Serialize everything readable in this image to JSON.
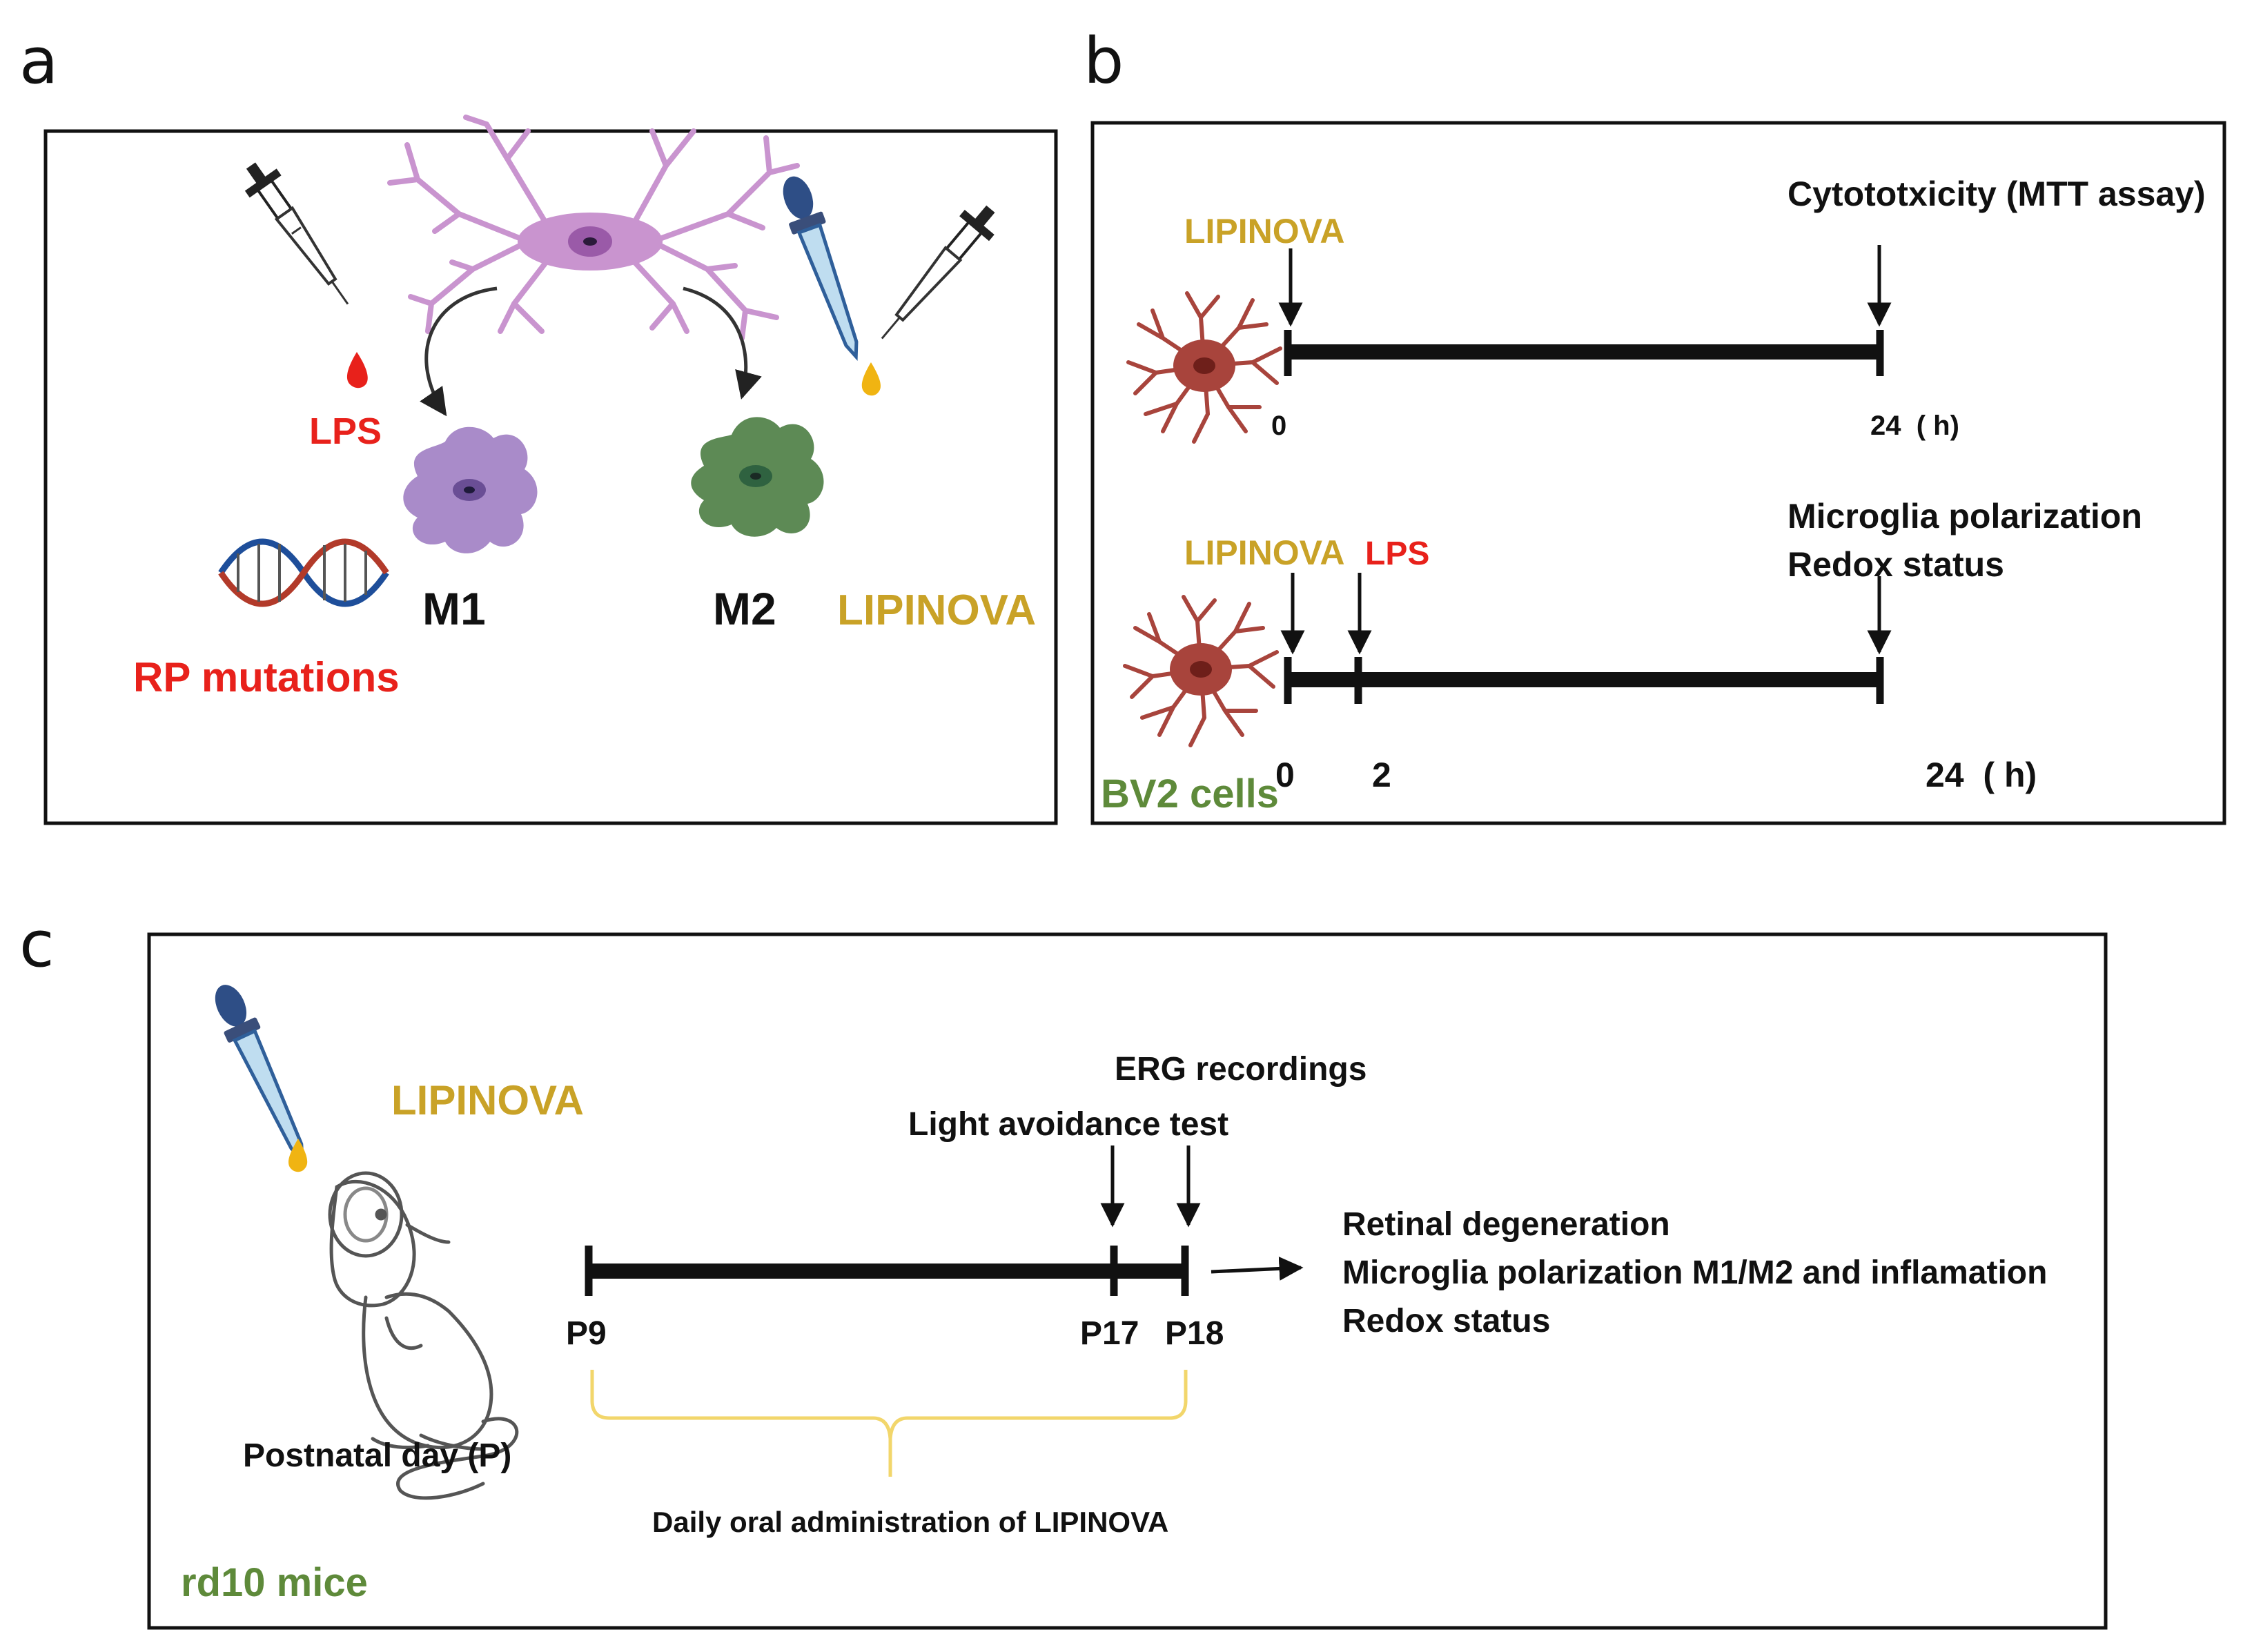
{
  "panels": {
    "a": {
      "letter": "a",
      "lps": "LPS",
      "rp_mutations": "RP mutations",
      "m1": "M1",
      "m2": "M2",
      "lipinova": "LIPINOVA"
    },
    "b": {
      "letter": "b",
      "cells_label": "BV2 cells",
      "timeline1": {
        "start_label": "LIPINOVA",
        "end_label": "Cytototxicity (MTT assay)",
        "tick_start": "0",
        "tick_end": "24  ( h)"
      },
      "timeline2": {
        "start_label": "LIPINOVA",
        "lps_label": "LPS",
        "end_label_1": "Microglia polarization",
        "end_label_2": "Redox status",
        "tick_start": "0",
        "tick_mid": "2",
        "tick_end": "24  ( h)"
      }
    },
    "c": {
      "letter": "c",
      "lipinova": "LIPINOVA",
      "mouse_caption": "Postnatal day (P)",
      "model_label": "rd10 mice",
      "erg": "ERG recordings",
      "light": "Light avoidance test",
      "tick_p9": "P9",
      "tick_p17": "P17",
      "tick_p18": "P18",
      "outcome_1": "Retinal degeneration",
      "outcome_2": "Microglia polarization M1/M2 and inflamation",
      "outcome_3": "Redox status",
      "brace_caption": "Daily oral administration of LIPINOVA"
    }
  },
  "colors": {
    "lipinova": "#C9A227",
    "lps": "#E8211B",
    "model": "#5E8A3A",
    "black": "#111111",
    "microglia_purple": "#C994CF",
    "m1_purple": "#A98BC9",
    "m2_green": "#5D8A55",
    "bv2_red": "#A8443C"
  }
}
